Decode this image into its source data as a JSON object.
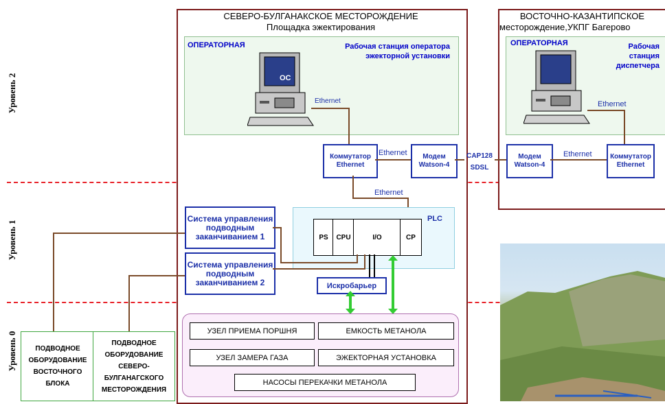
{
  "levels": [
    "Уровень 2",
    "Уровень 1",
    "Уровень 0"
  ],
  "site_north": {
    "title_line1": "СЕВЕРО-БУЛГАНАКСКОЕ МЕСТОРОЖДЕНИЕ",
    "title_line2": "Площадка эжектирования",
    "operator_room": "ОПЕРАТОРНАЯ",
    "workstation": "Рабочая станция оператора эжекторной установки",
    "pc_label": "OC",
    "ethernet_pc": "Ethernet",
    "switch": "Коммутатор Ethernet",
    "ethernet_switch_modem": "Ethernet",
    "modem": "Модем Watson-4",
    "ethernet_plc": "Ethernet",
    "plc_label": "PLC",
    "plc_modules": [
      "PS",
      "CPU",
      "I/O",
      "CP"
    ],
    "subsea_control_1": "Система управления подводным заканчиванием 1",
    "subsea_control_2": "Система управления подводным заканчиванием 2",
    "spark_barrier": "Искробарьер",
    "units": [
      "УЗЕЛ ПРИЕМА ПОРШНЯ",
      "ЕМКОСТЬ МЕТАНОЛА",
      "УЗЕЛ ЗАМЕРА ГАЗА",
      "ЭЖЕКТОРНАЯ УСТАНОВКА",
      "НАСОСЫ ПЕРЕКАЧКИ МЕТАНОЛА"
    ]
  },
  "link": {
    "line1": "CAP128",
    "line2": "SDSL"
  },
  "site_east": {
    "title_line1": "ВОСТОЧНО-КАЗАНТИПСКОЕ",
    "title_line2": "месторождение,УКПГ Багерово",
    "operator_room": "ОПЕРАТОРНАЯ",
    "workstation": "Рабочая станция диспетчера",
    "ethernet_pc": "Ethernet",
    "modem": "Модем Watson-4",
    "ethernet_modem_switch": "Ethernet",
    "switch": "Коммутатор Ethernet"
  },
  "subsea": {
    "east": "ПОДВОДНОЕ ОБОРУДОВАНИЕ ВОСТОЧНОГО БЛОКА",
    "north": "ПОДВОДНОЕ ОБОРУДОВАНИЕ СЕВЕРО-БУЛГАНАГСКОГО МЕСТОРОЖДЕНИЯ"
  }
}
